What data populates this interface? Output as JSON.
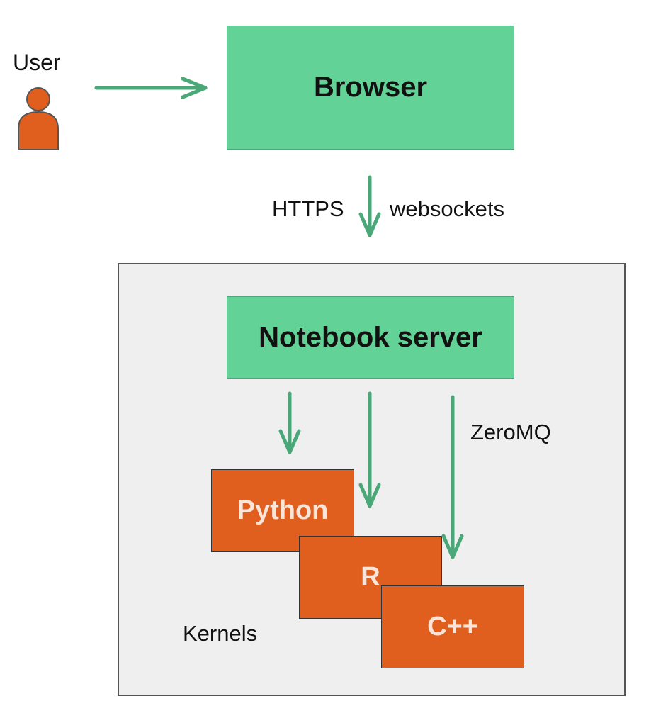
{
  "user": {
    "label": "User",
    "icon": "user-icon",
    "color": "#e05f1f"
  },
  "browser": {
    "label": "Browser",
    "color": "#62d296"
  },
  "connection": {
    "left_label": "HTTPS",
    "right_label": "websockets"
  },
  "server": {
    "label": "Notebook server",
    "color": "#62d296",
    "panel_color": "#efefef"
  },
  "zeromq": {
    "label": "ZeroMQ"
  },
  "kernels": {
    "label": "Kernels",
    "items": [
      "Python",
      "R",
      "C++"
    ],
    "color": "#e05f1f"
  },
  "arrow_color": "#4aa878"
}
